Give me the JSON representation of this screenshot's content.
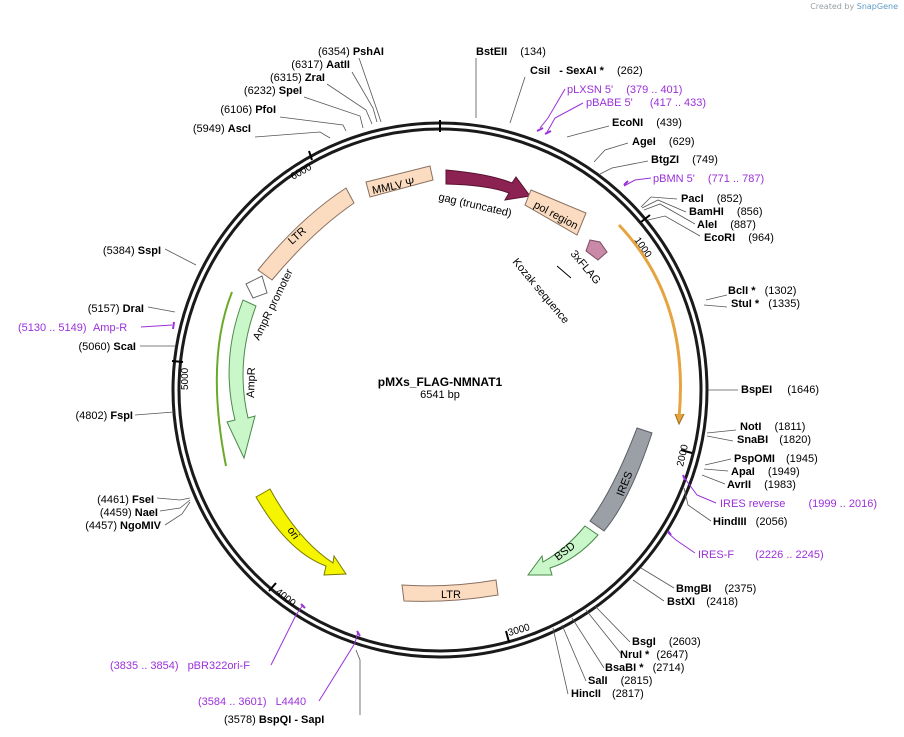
{
  "credit": {
    "prefix": "Created by",
    "brand": "SnapGene"
  },
  "plasmid": {
    "name": "pMXs_FLAG-NMNAT1",
    "size_label": "6541 bp",
    "length": 6541
  },
  "colors": {
    "site_text": "#000000",
    "primer": "#9b30d9",
    "backbone": "#1a1a1a",
    "gag": "#8b2252",
    "ltr": "#fbdcc0",
    "amp": "#c9f7c9",
    "ori": "#f5f500",
    "ires": "#9aa0a6",
    "flag": "#c98aa8",
    "orf": "#e6a440",
    "tick": "#000000"
  },
  "ticks": [
    {
      "label": "1000",
      "bp": 1000
    },
    {
      "label": "2000",
      "bp": 2000
    },
    {
      "label": "3000",
      "bp": 3000
    },
    {
      "label": "4000",
      "bp": 4000
    },
    {
      "label": "5000",
      "bp": 5000
    },
    {
      "label": "6000",
      "bp": 6000
    }
  ],
  "features": [
    {
      "label": "MMLV Ψ",
      "type": "ltr"
    },
    {
      "label": "gag (truncated)",
      "type": "gag"
    },
    {
      "label": "pol region",
      "type": "ltr"
    },
    {
      "label": "3xFLAG",
      "type": "flag"
    },
    {
      "label": "Kozak sequence",
      "type": "kozak"
    },
    {
      "label": "LTR",
      "type": "ltr"
    },
    {
      "label": "AmpR promoter",
      "type": "promoter"
    },
    {
      "label": "AmpR",
      "type": "amp"
    },
    {
      "label": "ori",
      "type": "ori"
    },
    {
      "label": "LTR",
      "type": "ltr"
    },
    {
      "label": "IRES",
      "type": "ires"
    },
    {
      "label": "BSD",
      "type": "amp"
    }
  ],
  "sites": [
    {
      "pos": "(6354)",
      "name": "PshAI",
      "star": false
    },
    {
      "pos": "(6317)",
      "name": "AatII",
      "star": false
    },
    {
      "pos": "(6315)",
      "name": "ZraI",
      "star": false
    },
    {
      "pos": "(6232)",
      "name": "SpeI",
      "star": false
    },
    {
      "pos": "(6106)",
      "name": "PfoI",
      "star": false
    },
    {
      "pos": "(5949)",
      "name": "AscI",
      "star": false
    },
    {
      "pos": "(5384)",
      "name": "SspI",
      "star": false
    },
    {
      "pos": "(5157)",
      "name": "DraI",
      "star": false
    },
    {
      "pos": "(5060)",
      "name": "ScaI",
      "star": false
    },
    {
      "pos": "(4802)",
      "name": "FspI",
      "star": false
    },
    {
      "pos": "(4461)",
      "name": "FseI",
      "star": false
    },
    {
      "pos": "(4459)",
      "name": "NaeI",
      "star": false
    },
    {
      "pos": "(4457)",
      "name": "NgoMIV",
      "star": false
    },
    {
      "pos": "(3578)",
      "name": "BspQI",
      "extra": "-  SapI",
      "star": false
    },
    {
      "pos": "(134)",
      "name": "BstEII",
      "star": false
    },
    {
      "pos": "(262)",
      "name": "CsiI",
      "extra": "-  SexAI *",
      "star": false
    },
    {
      "pos": "(439)",
      "name": "EcoNI",
      "star": false
    },
    {
      "pos": "(629)",
      "name": "AgeI",
      "star": false
    },
    {
      "pos": "(749)",
      "name": "BtgZI",
      "star": false
    },
    {
      "pos": "(852)",
      "name": "PacI",
      "star": false
    },
    {
      "pos": "(856)",
      "name": "BamHI",
      "star": false
    },
    {
      "pos": "(887)",
      "name": "AleI",
      "star": false
    },
    {
      "pos": "(964)",
      "name": "EcoRI",
      "star": false
    },
    {
      "pos": "(1302)",
      "name": "BclI",
      "star": true
    },
    {
      "pos": "(1335)",
      "name": "StuI",
      "star": true
    },
    {
      "pos": "(1646)",
      "name": "BspEI",
      "star": false
    },
    {
      "pos": "(1811)",
      "name": "NotI",
      "star": false
    },
    {
      "pos": "(1820)",
      "name": "SnaBI",
      "star": false
    },
    {
      "pos": "(1945)",
      "name": "PspOMI",
      "star": false
    },
    {
      "pos": "(1949)",
      "name": "ApaI",
      "star": false
    },
    {
      "pos": "(1983)",
      "name": "AvrII",
      "star": false
    },
    {
      "pos": "(2056)",
      "name": "HindIII",
      "star": false
    },
    {
      "pos": "(2375)",
      "name": "BmgBI",
      "star": false
    },
    {
      "pos": "(2418)",
      "name": "BstXI",
      "star": false
    },
    {
      "pos": "(2603)",
      "name": "BsgI",
      "star": false
    },
    {
      "pos": "(2647)",
      "name": "NruI",
      "star": true
    },
    {
      "pos": "(2714)",
      "name": "BsaBI",
      "star": true
    },
    {
      "pos": "(2815)",
      "name": "SalI",
      "star": false
    },
    {
      "pos": "(2817)",
      "name": "HincII",
      "star": false
    }
  ],
  "primers": [
    {
      "name": "pLXSN 5'",
      "range": "(379 .. 401)"
    },
    {
      "name": "pBABE 5'",
      "range": "(417 .. 433)"
    },
    {
      "name": "pBMN 5'",
      "range": "(771 .. 787)"
    },
    {
      "name": "Amp-R",
      "range": "(5130 .. 5149)"
    },
    {
      "name": "IRES reverse",
      "range": "(1999 .. 2016)"
    },
    {
      "name": "IRES-F",
      "range": "(2226 .. 2245)"
    },
    {
      "name": "pBR322ori-F",
      "range": "(3835 .. 3854)"
    },
    {
      "name": "L4440",
      "range": "(3584 .. 3601)"
    }
  ]
}
